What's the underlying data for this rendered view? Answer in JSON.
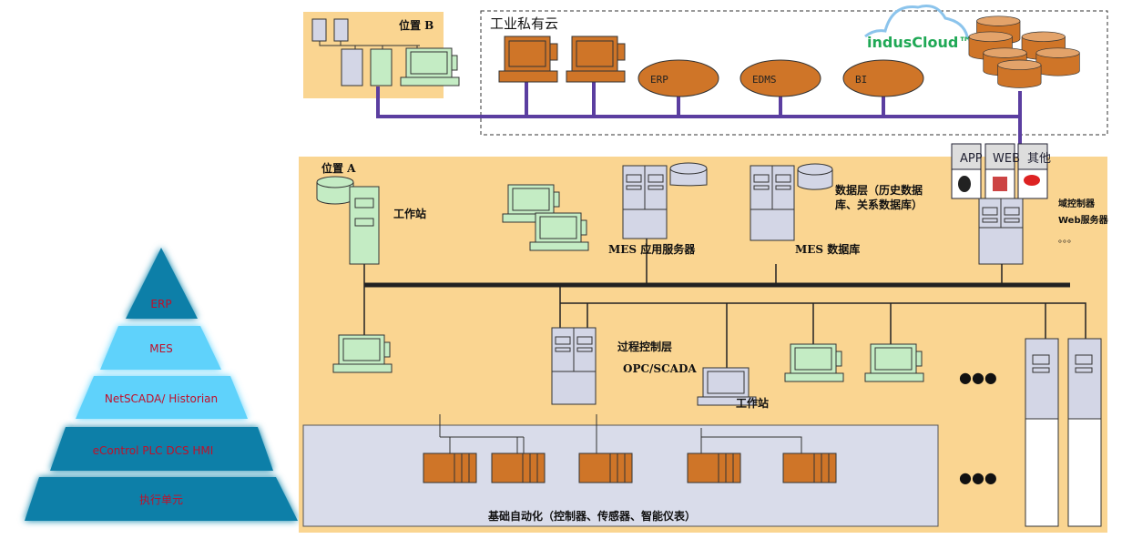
{
  "pyramid": {
    "levels": [
      "ERP",
      "MES",
      "NetSCADA/ Historian",
      "eControl  PLC DCS HMI",
      "执行单元"
    ],
    "colors": {
      "dark": "#0a7fa8",
      "light": "#5fd2fb"
    }
  },
  "location_b": {
    "title": "位置 B"
  },
  "cloud": {
    "title": "工业私有云",
    "brand": "indusCloud™",
    "apps": [
      "ERP",
      "EDMS",
      "BI"
    ]
  },
  "platforms": [
    "APP",
    "WEB",
    "其他"
  ],
  "location_a": {
    "title": "位置 A",
    "workstation": "工作站",
    "mes_app_server": "MES 应用服务器",
    "mes_db": "MES 数据库",
    "data_layer": [
      "数据层（历史数据",
      "库、关系数据库）"
    ],
    "domain": [
      "域控制器",
      "Web服务器",
      "。。。"
    ],
    "process_layer": "过程控制层",
    "opc": "OPC/SCADA",
    "workstation2": "工作站",
    "ellipsis": "●●●",
    "basic_automation": "基础自动化（控制器、传感器、智能仪表）"
  },
  "colors": {
    "zone": "#fad591",
    "bus": "#5b3ea0",
    "orange": "#cf7528",
    "green": "#c4ecc4",
    "grey": "#d9dcea",
    "brand": "#1fa855"
  }
}
